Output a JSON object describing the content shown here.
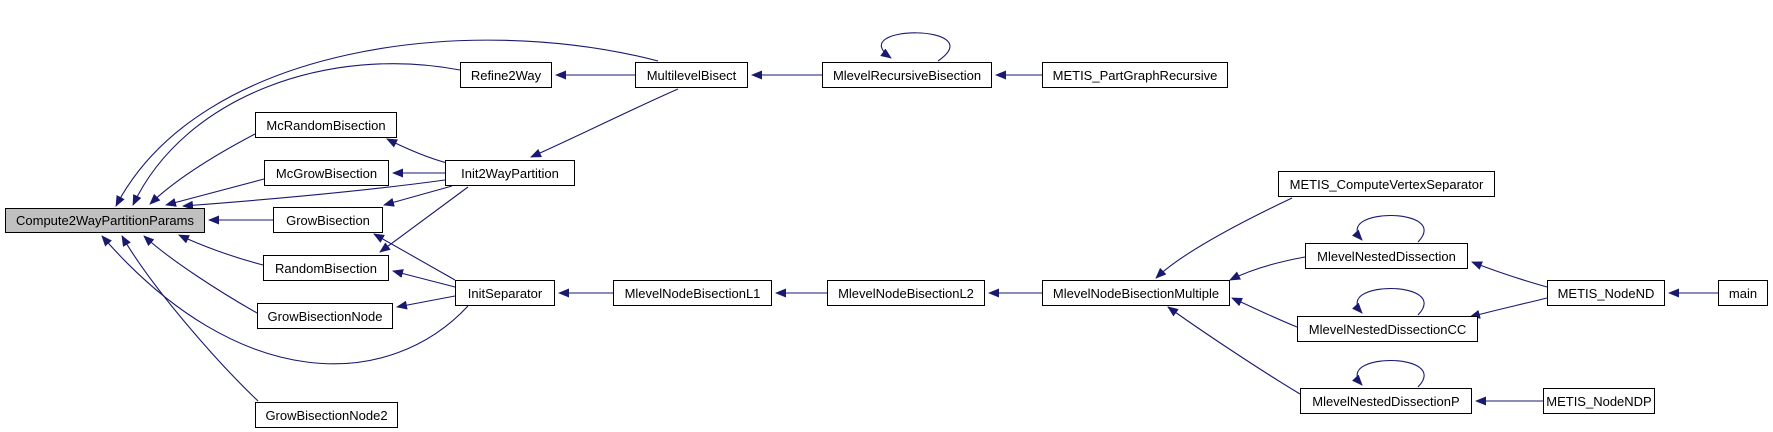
{
  "graph": {
    "type": "caller-graph",
    "highlighted_node": "Compute2WayPartitionParams",
    "nodes": [
      {
        "label": "Compute2WayPartitionParams",
        "highlighted": true
      },
      {
        "label": "Refine2Way",
        "highlighted": false
      },
      {
        "label": "MultilevelBisect",
        "highlighted": false
      },
      {
        "label": "MlevelRecursiveBisection",
        "highlighted": false
      },
      {
        "label": "METIS_PartGraphRecursive",
        "highlighted": false
      },
      {
        "label": "McRandomBisection",
        "highlighted": false
      },
      {
        "label": "McGrowBisection",
        "highlighted": false
      },
      {
        "label": "Init2WayPartition",
        "highlighted": false
      },
      {
        "label": "GrowBisection",
        "highlighted": false
      },
      {
        "label": "RandomBisection",
        "highlighted": false
      },
      {
        "label": "GrowBisectionNode",
        "highlighted": false
      },
      {
        "label": "GrowBisectionNode2",
        "highlighted": false
      },
      {
        "label": "InitSeparator",
        "highlighted": false
      },
      {
        "label": "MlevelNodeBisectionL1",
        "highlighted": false
      },
      {
        "label": "MlevelNodeBisectionL2",
        "highlighted": false
      },
      {
        "label": "MlevelNodeBisectionMultiple",
        "highlighted": false
      },
      {
        "label": "METIS_ComputeVertexSeparator",
        "highlighted": false
      },
      {
        "label": "MlevelNestedDissection",
        "highlighted": false
      },
      {
        "label": "MlevelNestedDissectionCC",
        "highlighted": false
      },
      {
        "label": "MlevelNestedDissectionP",
        "highlighted": false
      },
      {
        "label": "METIS_NodeND",
        "highlighted": false
      },
      {
        "label": "METIS_NodeNDP",
        "highlighted": false
      },
      {
        "label": "main",
        "highlighted": false
      }
    ],
    "edges": [
      {
        "from": "MultilevelBisect",
        "to": "Compute2WayPartitionParams"
      },
      {
        "from": "Refine2Way",
        "to": "Compute2WayPartitionParams"
      },
      {
        "from": "McRandomBisection",
        "to": "Compute2WayPartitionParams"
      },
      {
        "from": "McGrowBisection",
        "to": "Compute2WayPartitionParams"
      },
      {
        "from": "Init2WayPartition",
        "to": "Compute2WayPartitionParams"
      },
      {
        "from": "GrowBisection",
        "to": "Compute2WayPartitionParams"
      },
      {
        "from": "RandomBisection",
        "to": "Compute2WayPartitionParams"
      },
      {
        "from": "GrowBisectionNode",
        "to": "Compute2WayPartitionParams"
      },
      {
        "from": "GrowBisectionNode2",
        "to": "Compute2WayPartitionParams"
      },
      {
        "from": "InitSeparator",
        "to": "Compute2WayPartitionParams"
      },
      {
        "from": "MultilevelBisect",
        "to": "Refine2Way"
      },
      {
        "from": "MlevelRecursiveBisection",
        "to": "MultilevelBisect"
      },
      {
        "from": "MlevelRecursiveBisection",
        "to": "MlevelRecursiveBisection"
      },
      {
        "from": "METIS_PartGraphRecursive",
        "to": "MlevelRecursiveBisection"
      },
      {
        "from": "MultilevelBisect",
        "to": "Init2WayPartition"
      },
      {
        "from": "Init2WayPartition",
        "to": "McRandomBisection"
      },
      {
        "from": "Init2WayPartition",
        "to": "McGrowBisection"
      },
      {
        "from": "Init2WayPartition",
        "to": "GrowBisection"
      },
      {
        "from": "Init2WayPartition",
        "to": "RandomBisection"
      },
      {
        "from": "InitSeparator",
        "to": "GrowBisection"
      },
      {
        "from": "InitSeparator",
        "to": "RandomBisection"
      },
      {
        "from": "InitSeparator",
        "to": "GrowBisectionNode"
      },
      {
        "from": "MlevelNodeBisectionL1",
        "to": "InitSeparator"
      },
      {
        "from": "MlevelNodeBisectionL2",
        "to": "MlevelNodeBisectionL1"
      },
      {
        "from": "MlevelNodeBisectionMultiple",
        "to": "MlevelNodeBisectionL2"
      },
      {
        "from": "METIS_ComputeVertexSeparator",
        "to": "MlevelNodeBisectionMultiple"
      },
      {
        "from": "MlevelNestedDissection",
        "to": "MlevelNodeBisectionMultiple"
      },
      {
        "from": "MlevelNestedDissection",
        "to": "MlevelNestedDissection"
      },
      {
        "from": "MlevelNestedDissectionCC",
        "to": "MlevelNodeBisectionMultiple"
      },
      {
        "from": "MlevelNestedDissectionCC",
        "to": "MlevelNestedDissectionCC"
      },
      {
        "from": "MlevelNestedDissectionP",
        "to": "MlevelNodeBisectionMultiple"
      },
      {
        "from": "MlevelNestedDissectionP",
        "to": "MlevelNestedDissectionP"
      },
      {
        "from": "METIS_NodeND",
        "to": "MlevelNestedDissection"
      },
      {
        "from": "METIS_NodeND",
        "to": "MlevelNestedDissectionCC"
      },
      {
        "from": "METIS_NodeNDP",
        "to": "MlevelNestedDissectionP"
      },
      {
        "from": "main",
        "to": "METIS_NodeND"
      }
    ]
  },
  "colors": {
    "edge": "#191970",
    "node_fill": "#ffffff",
    "node_border": "#000000",
    "highlight_fill": "#c0c0c0",
    "background": "#ffffff"
  }
}
